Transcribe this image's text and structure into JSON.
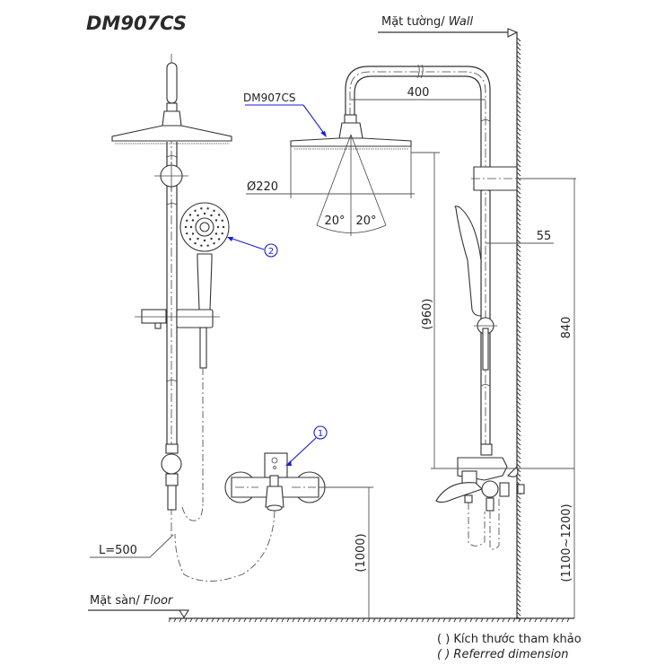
{
  "title": "DM907CS",
  "labels": {
    "wall": "Mặt tường/ ",
    "wall_en": "Wall",
    "floor": "Mặt sàn/ ",
    "floor_en": "Floor",
    "callout_model": "DM907CS",
    "hose_length": "L=500",
    "callout_1": "1",
    "callout_2": "2"
  },
  "dimensions": {
    "arm_reach": "400",
    "head_diameter": "Ø220",
    "spray_angle_left": "20°",
    "spray_angle_right": "20°",
    "bar_to_wall": "55",
    "bracket_height": "840",
    "head_to_mixer": "(960)",
    "mixer_height_front": "(1000)",
    "mixer_height_side": "(1100~1200)"
  },
  "legend": {
    "line1": "( ) Kích thước tham khảo",
    "line2": "( ) Referred dimension"
  },
  "colors": {
    "callout": "#1b1bd8",
    "line": "#333333"
  }
}
